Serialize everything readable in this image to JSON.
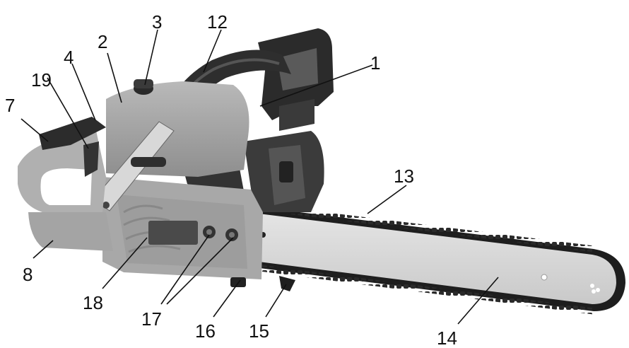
{
  "figure": {
    "subject": "chainsaw-photo",
    "callouts": [
      {
        "id": "c1",
        "label": "1"
      },
      {
        "id": "c2",
        "label": "2"
      },
      {
        "id": "c3",
        "label": "3"
      },
      {
        "id": "c4",
        "label": "4"
      },
      {
        "id": "c7",
        "label": "7"
      },
      {
        "id": "c8",
        "label": "8"
      },
      {
        "id": "c12",
        "label": "12"
      },
      {
        "id": "c13",
        "label": "13"
      },
      {
        "id": "c14",
        "label": "14"
      },
      {
        "id": "c15",
        "label": "15"
      },
      {
        "id": "c16",
        "label": "16"
      },
      {
        "id": "c17",
        "label": "17"
      },
      {
        "id": "c18",
        "label": "18"
      },
      {
        "id": "c19",
        "label": "19"
      }
    ]
  }
}
